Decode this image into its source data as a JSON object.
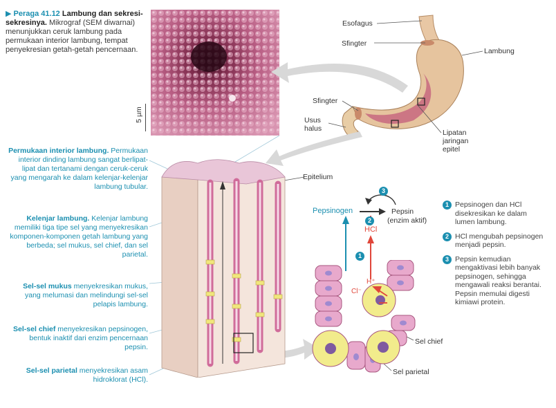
{
  "caption": {
    "marker": "▶",
    "figure_id": "Peraga 41.12",
    "title": "Lambung dan sekresi-sekresinya.",
    "body": "Mikrograf (SEM diwarnai) menunjukkan ceruk lambung pada permukaan interior lambung, tempat penyekresian getah-getah pencernaan."
  },
  "scale_bar": "5 µm",
  "stomach_labels": {
    "esofagus": "Esofagus",
    "sfingter_top": "Sfingter",
    "lambung": "Lambung",
    "sfingter_bottom": "Sfingter",
    "usus_halus": "Usus halus",
    "lipatan": "Lipatan jaringan epitel"
  },
  "epitelium": "Epitelium",
  "side_notes": [
    {
      "heading": "Permukaan interior lambung.",
      "text": "Permukaan interior dinding lambung sangat berlipat-lipat dan tertanami dengan ceruk-ceruk yang mengarah ke dalam kelenjar-kelenjar lambung tubular."
    },
    {
      "heading": "Kelenjar lambung.",
      "text": "Kelenjar lambung memiliki tiga tipe sel yang menyekresikan komponen-komponen getah lambung yang berbeda; sel mukus, sel chief, dan sel parietal."
    },
    {
      "heading": "Sel-sel mukus",
      "text": "menyekresikan mukus, yang melumasi dan melindungi sel-sel pelapis lambung."
    },
    {
      "heading": "Sel-sel chief",
      "text": "menyekresikan pepsinogen, bentuk inaktif dari enzim pencernaan pepsin."
    },
    {
      "heading": "Sel-sel parietal",
      "text": "menyekresikan asam hidroklorat (HCl)."
    }
  ],
  "reaction": {
    "pepsinogen": "Pepsinogen",
    "pepsin": "Pepsin",
    "pepsin_note": "(enzim aktif)",
    "hcl": "HCl",
    "h_plus": "H⁺",
    "cl_minus": "Cl⁻",
    "n1": "1",
    "n2": "2",
    "n3": "3"
  },
  "cell_labels": {
    "chief": "Sel chief",
    "parietal": "Sel parietal"
  },
  "steps": [
    {
      "num": "1",
      "text": "Pepsinogen dan HCl disekresikan ke dalam lumen lambung."
    },
    {
      "num": "2",
      "text": "HCl mengubah pepsinogen menjadi pepsin."
    },
    {
      "num": "3",
      "text": "Pepsin kemudian mengaktivasi lebih banyak pepsinogen, sehingga mengawali reaksi berantai. Pepsin memulai digesti kimiawi protein."
    }
  ],
  "colors": {
    "accent": "#1b8fb0",
    "arrow_red": "#e0463a",
    "tissue_pink": "#d984ac",
    "chief_yellow": "#f0eb9e",
    "parietal_yellow": "#f2ec8c",
    "stomach": "#e6c49e"
  }
}
